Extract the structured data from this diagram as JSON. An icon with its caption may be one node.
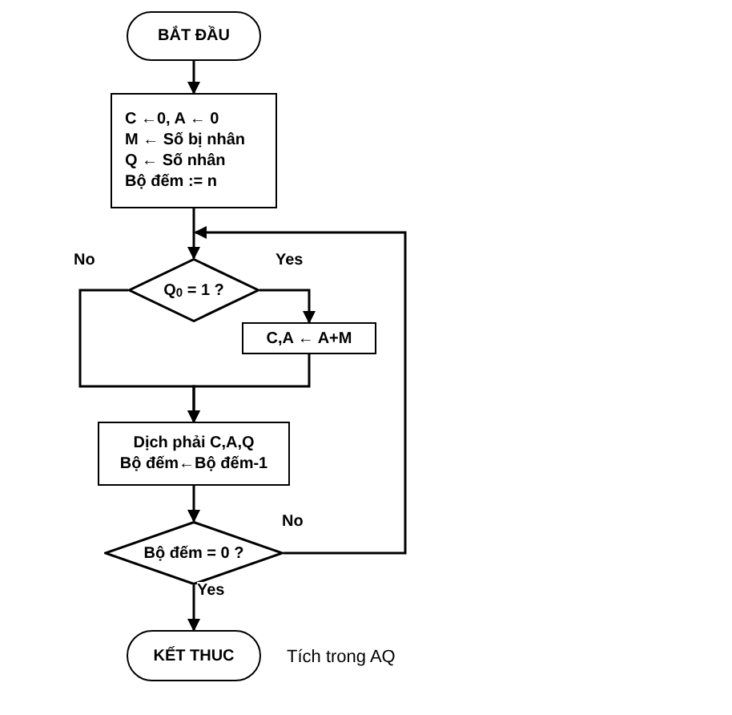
{
  "diagram": {
    "nodes": [
      {
        "text": [
          "BẮT ĐẦU"
        ]
      },
      {
        "text": [
          "C ←0, A ← 0",
          "M ← Số bị nhân",
          "Q ← Số nhân",
          "Bộ đếm := n"
        ]
      },
      {
        "text": [
          "Q$_{0}$ = 1 ?"
        ]
      },
      {
        "text": [
          "C,A ← A+M"
        ]
      },
      {
        "text": [
          "Dịch phải C,A,Q",
          "Bộ đếm←Bộ đếm-1"
        ]
      },
      {
        "text": [
          "Bộ đếm = 0 ?"
        ]
      },
      {
        "text": [
          "KẾT THUC"
        ],
        "beside": [
          "Tích trong AQ"
        ]
      }
    ],
    "edges": [
      {
        "from": 0,
        "to": 1,
        "arrow": "to"
      },
      {
        "from": 1,
        "to": 2,
        "arrow": "to"
      },
      {
        "from": 2,
        "to": 3,
        "arrow": "to",
        "label": "Yes"
      },
      {
        "from": 2,
        "to": 4,
        "arrow": "to",
        "label": "No"
      },
      {
        "from": 3,
        "to": 4,
        "arrow": "to"
      },
      {
        "from": 4,
        "to": 5,
        "arrow": "to"
      },
      {
        "from": 5,
        "to": 2,
        "arrow": "to",
        "label": "No"
      },
      {
        "from": 5,
        "to": 6,
        "arrow": "to",
        "label": "Yes"
      }
    ]
  }
}
